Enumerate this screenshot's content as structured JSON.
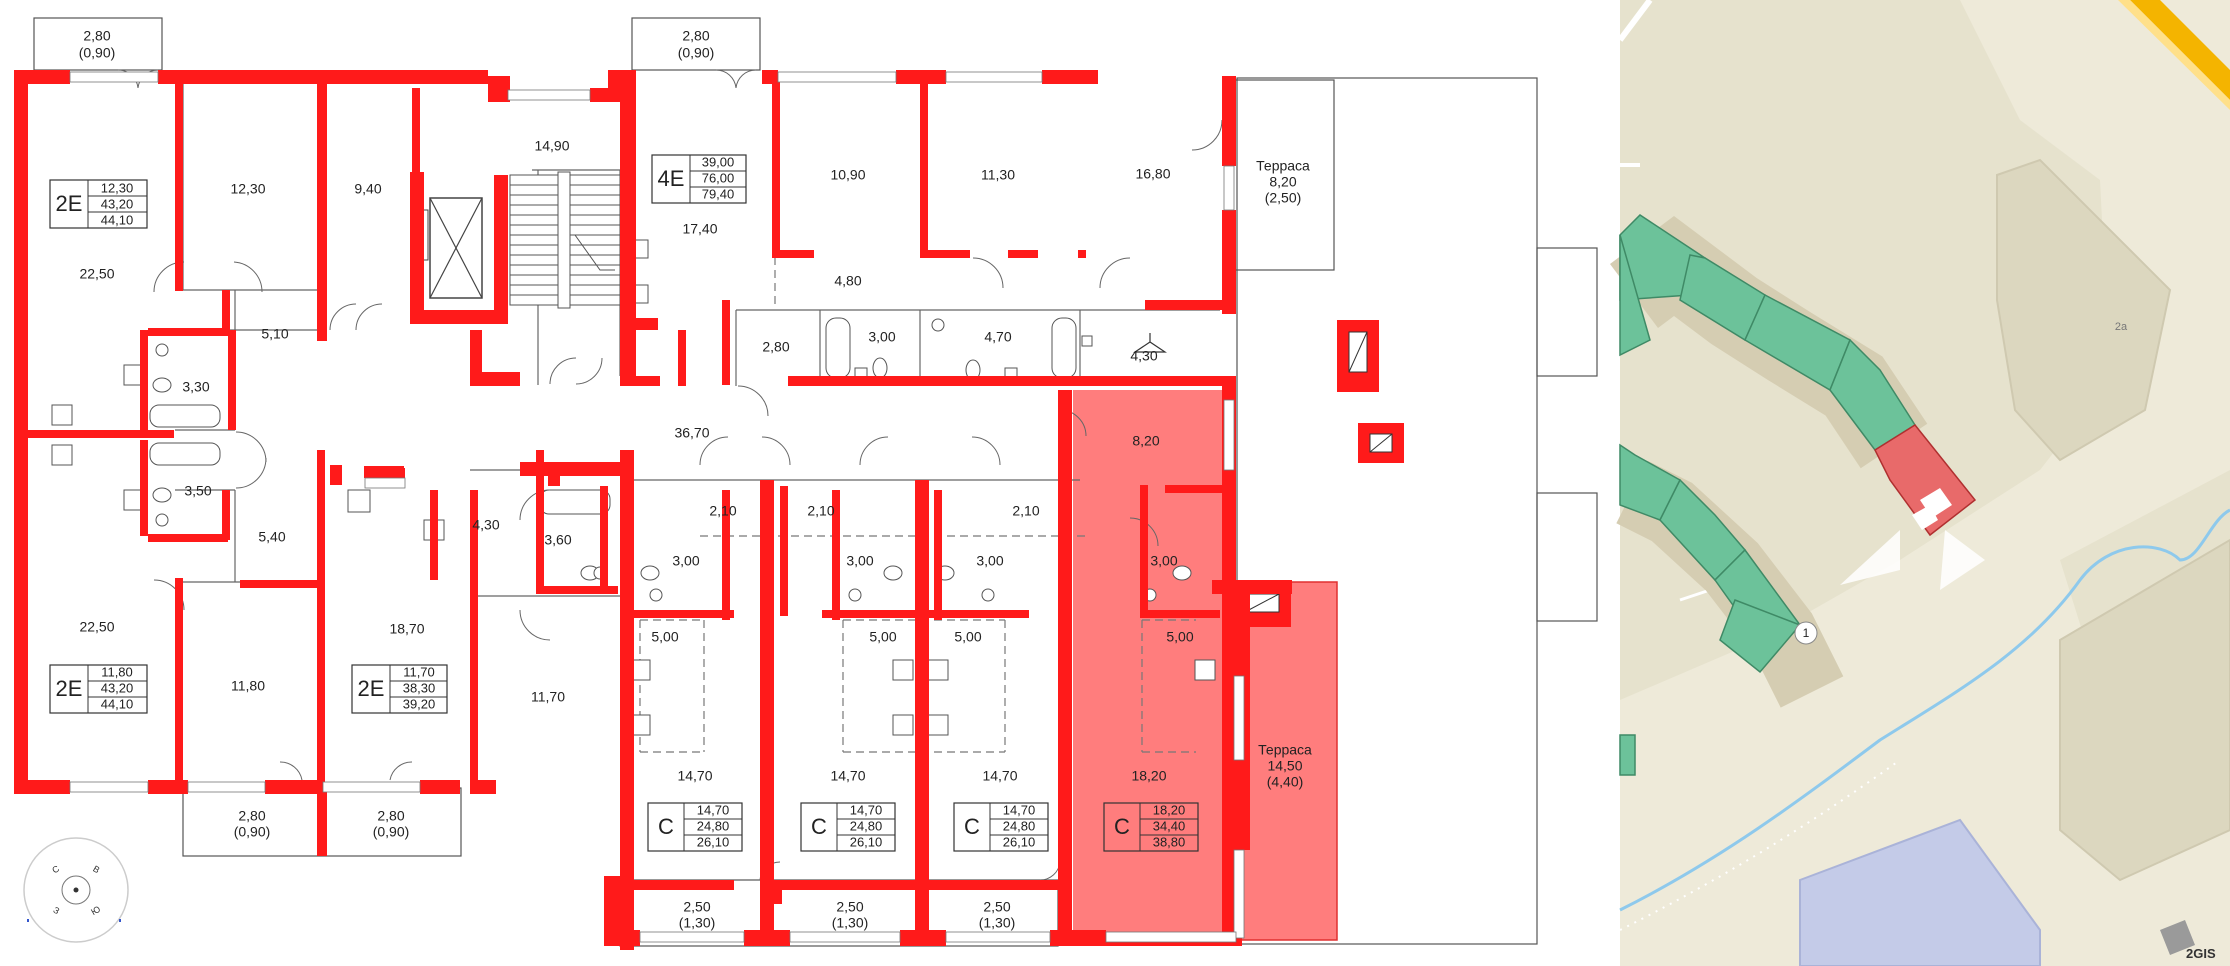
{
  "colors": {
    "wall": "#ff1a1a",
    "highlight_fill": "#ff7d7d",
    "map_bg": "#eeead9",
    "map_block": "#e4e0cc",
    "building_green": "#6cc29a",
    "building_selected": "#e86a6a",
    "stream": "#8ec9ec",
    "road": "#f4b400"
  },
  "plan": {
    "rooms": {
      "r1": "22,50",
      "r2": "12,30",
      "r3": "9,40",
      "r4": "14,90",
      "r5": "17,40",
      "r6": "10,90",
      "r7": "11,30",
      "r8": "16,80",
      "r9": "5,10",
      "r10": "3,30",
      "r11": "2,80",
      "r12": "3,00",
      "r13": "4,80",
      "r14": "4,70",
      "r15": "4,30",
      "r16": "36,70",
      "r17": "8,20",
      "r18": "3,50",
      "r19": "5,40",
      "r20": "4,30",
      "r21": "3,60",
      "r22": "2,10",
      "r23": "2,10",
      "r24": "2,10",
      "r25": "3,00",
      "r26": "3,00",
      "r27": "3,00",
      "r28": "3,00",
      "r29": "22,50",
      "r30": "11,80",
      "r31": "18,70",
      "r32": "11,70",
      "r33": "5,00",
      "r34": "5,00",
      "r35": "5,00",
      "r36": "5,00",
      "r37": "14,70",
      "r38": "14,70",
      "r39": "14,70",
      "r40": "18,20"
    },
    "balconies": {
      "b1": {
        "area": "2,80",
        "sub": "(0,90)"
      },
      "b2": {
        "area": "2,80",
        "sub": "(0,90)"
      },
      "b3": {
        "area": "2,80",
        "sub": "(0,90)"
      },
      "b4": {
        "area": "2,80",
        "sub": "(0,90)"
      },
      "b5": {
        "area": "2,50",
        "sub": "(1,30)"
      },
      "b6": {
        "area": "2,50",
        "sub": "(1,30)"
      },
      "b7": {
        "area": "2,50",
        "sub": "(1,30)"
      }
    },
    "terraces": {
      "t1": {
        "label": "Терраса",
        "area": "8,20",
        "sub": "(2,50)"
      },
      "t2": {
        "label": "Терраса",
        "area": "14,50",
        "sub": "(4,40)"
      }
    },
    "apartments": {
      "a1": {
        "type": "2E",
        "v1": "12,30",
        "v2": "43,20",
        "v3": "44,10"
      },
      "a2": {
        "type": "4E",
        "v1": "39,00",
        "v2": "76,00",
        "v3": "79,40"
      },
      "a3": {
        "type": "2E",
        "v1": "11,80",
        "v2": "43,20",
        "v3": "44,10"
      },
      "a4": {
        "type": "2E",
        "v1": "11,70",
        "v2": "38,30",
        "v3": "39,20"
      },
      "a5": {
        "type": "С",
        "v1": "14,70",
        "v2": "24,80",
        "v3": "26,10"
      },
      "a6": {
        "type": "С",
        "v1": "14,70",
        "v2": "24,80",
        "v3": "26,10"
      },
      "a7": {
        "type": "С",
        "v1": "14,70",
        "v2": "24,80",
        "v3": "26,10"
      },
      "a8": {
        "type": "С",
        "v1": "18,20",
        "v2": "34,40",
        "v3": "38,80"
      }
    },
    "compass": {
      "n": "С",
      "e": "В",
      "s": "Ю",
      "w": "З"
    }
  },
  "map": {
    "building_number": "1",
    "building_2a": "2а",
    "logo": "2GIS"
  }
}
